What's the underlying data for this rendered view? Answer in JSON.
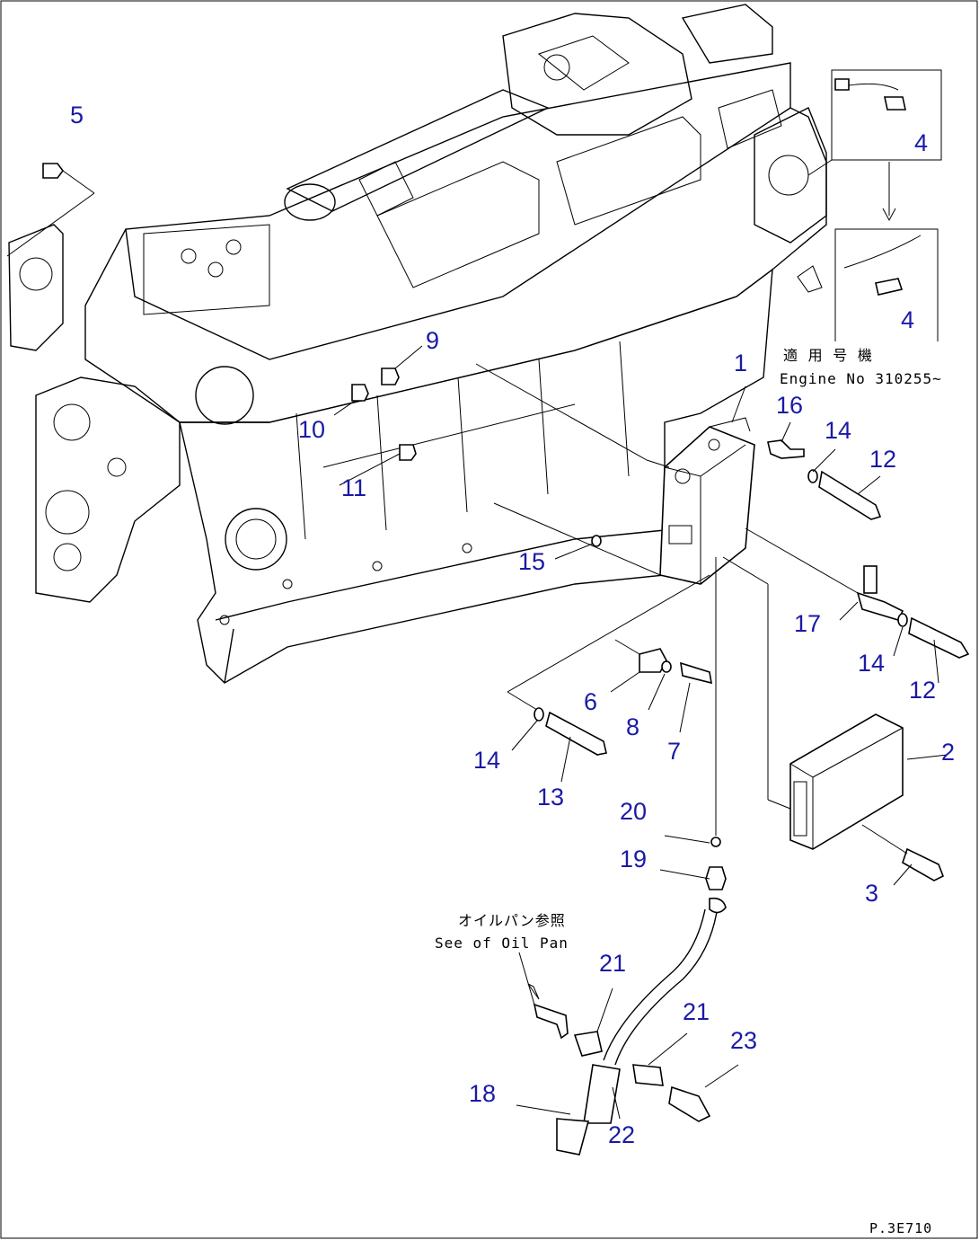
{
  "callouts": {
    "c1": "1",
    "c2": "2",
    "c3": "3",
    "c4a": "4",
    "c4b": "4",
    "c5": "5",
    "c6": "6",
    "c7": "7",
    "c8": "8",
    "c9": "9",
    "c10": "10",
    "c11": "11",
    "c12a": "12",
    "c12b": "12",
    "c13": "13",
    "c14a": "14",
    "c14b": "14",
    "c14c": "14",
    "c15": "15",
    "c16": "16",
    "c17": "17",
    "c18": "18",
    "c19": "19",
    "c20": "20",
    "c21a": "21",
    "c21b": "21",
    "c22": "22",
    "c23": "23"
  },
  "notes": {
    "applicable_jp": "適 用 号 機",
    "engine_no": "Engine No 310255~",
    "oil_pan_jp": "オイルパン参照",
    "see_oil_pan": "See of Oil Pan"
  },
  "drawing_code": "P.3E710",
  "colors": {
    "callout": "#1a1aa6",
    "line": "#000000",
    "background": "#ffffff"
  }
}
